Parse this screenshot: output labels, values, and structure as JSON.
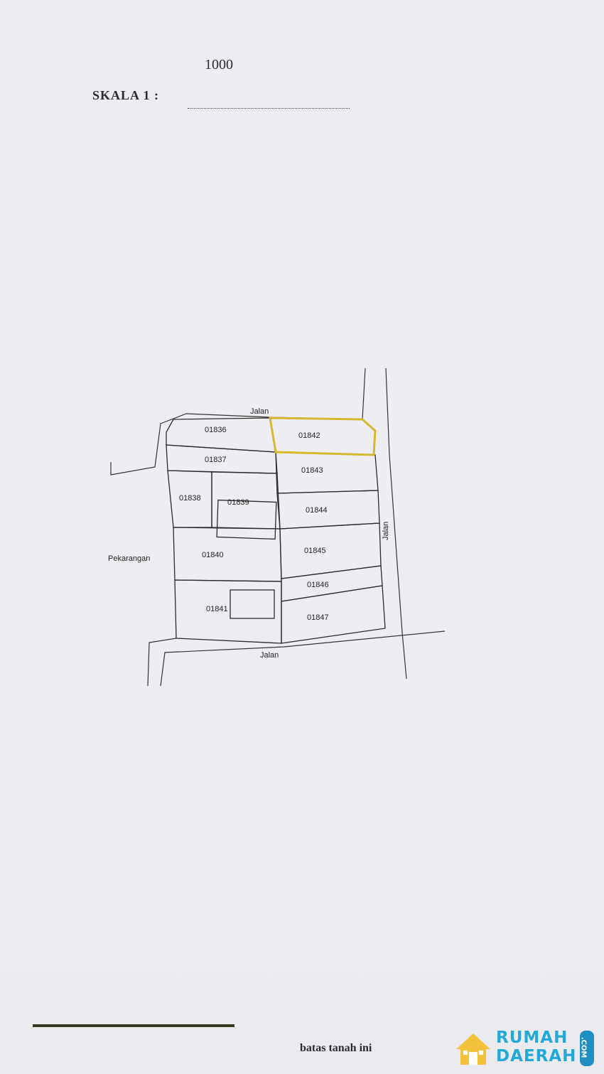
{
  "document": {
    "scale_denominator": "1000",
    "scale_label": "SKALA 1 :",
    "footer_text": "batas tanah ini"
  },
  "map": {
    "roads": {
      "top": "Jalan",
      "right": "Jalan",
      "bottom": "Jalan"
    },
    "area_label": "Pekarangan",
    "highlighted_parcel": "01842",
    "highlight_color": "#d4b830",
    "parcels": [
      "01836",
      "01837",
      "01838",
      "01839",
      "01840",
      "01841",
      "01842",
      "01843",
      "01844",
      "01845",
      "01846",
      "01847"
    ]
  },
  "watermark": {
    "line1": "RUMAH",
    "line2": "DAERAH",
    "suffix": ".COM",
    "color": "#21a9d8",
    "house_icon": "house-icon"
  }
}
